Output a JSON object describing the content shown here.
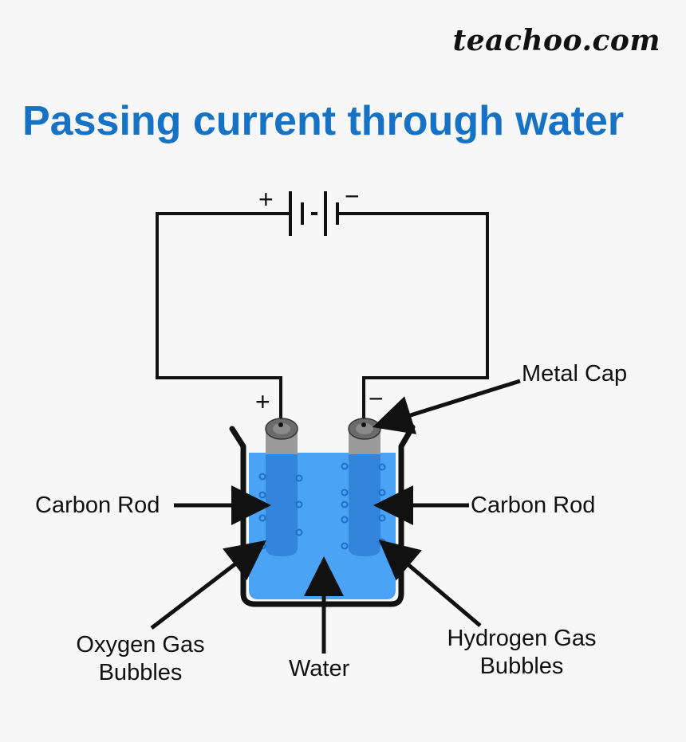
{
  "brand": "teachoo.com",
  "title": "Passing current through water",
  "battery": {
    "positive_sign": "+",
    "negative_sign": "−"
  },
  "electrodes": {
    "positive_sign": "+",
    "negative_sign": "−"
  },
  "labels": {
    "metal_cap": "Metal Cap",
    "carbon_rod_left": "Carbon Rod",
    "carbon_rod_right": "Carbon Rod",
    "oxygen_line1": "Oxygen Gas",
    "oxygen_line2": "Bubbles",
    "water": "Water",
    "hydrogen_line1": "Hydrogen Gas",
    "hydrogen_line2": "Bubbles"
  },
  "colors": {
    "title": "#1672c4",
    "water": "#4aa3f5",
    "rod": "#9a9a9a",
    "bubble": "#1f6fc5",
    "wire": "#111111"
  }
}
